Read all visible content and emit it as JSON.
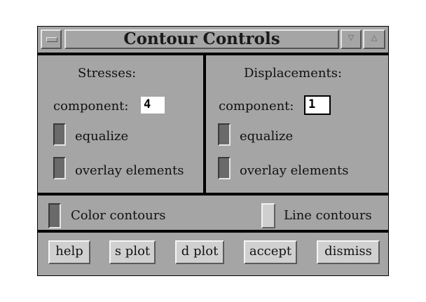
{
  "window": {
    "title": "Contour Controls"
  },
  "stresses": {
    "heading": "Stresses:",
    "component_label": "component:",
    "component_value": "4",
    "equalize_label": "equalize",
    "overlay_label": "overlay elements"
  },
  "displacements": {
    "heading": "Displacements:",
    "component_label": "component:",
    "component_value": "1",
    "equalize_label": "equalize",
    "overlay_label": "overlay elements"
  },
  "contours": {
    "color_label": "Color contours",
    "line_label": "Line contours"
  },
  "buttons": {
    "help": "help",
    "s_plot": "s plot",
    "d_plot": "d plot",
    "accept": "accept",
    "dismiss": "dismiss"
  }
}
